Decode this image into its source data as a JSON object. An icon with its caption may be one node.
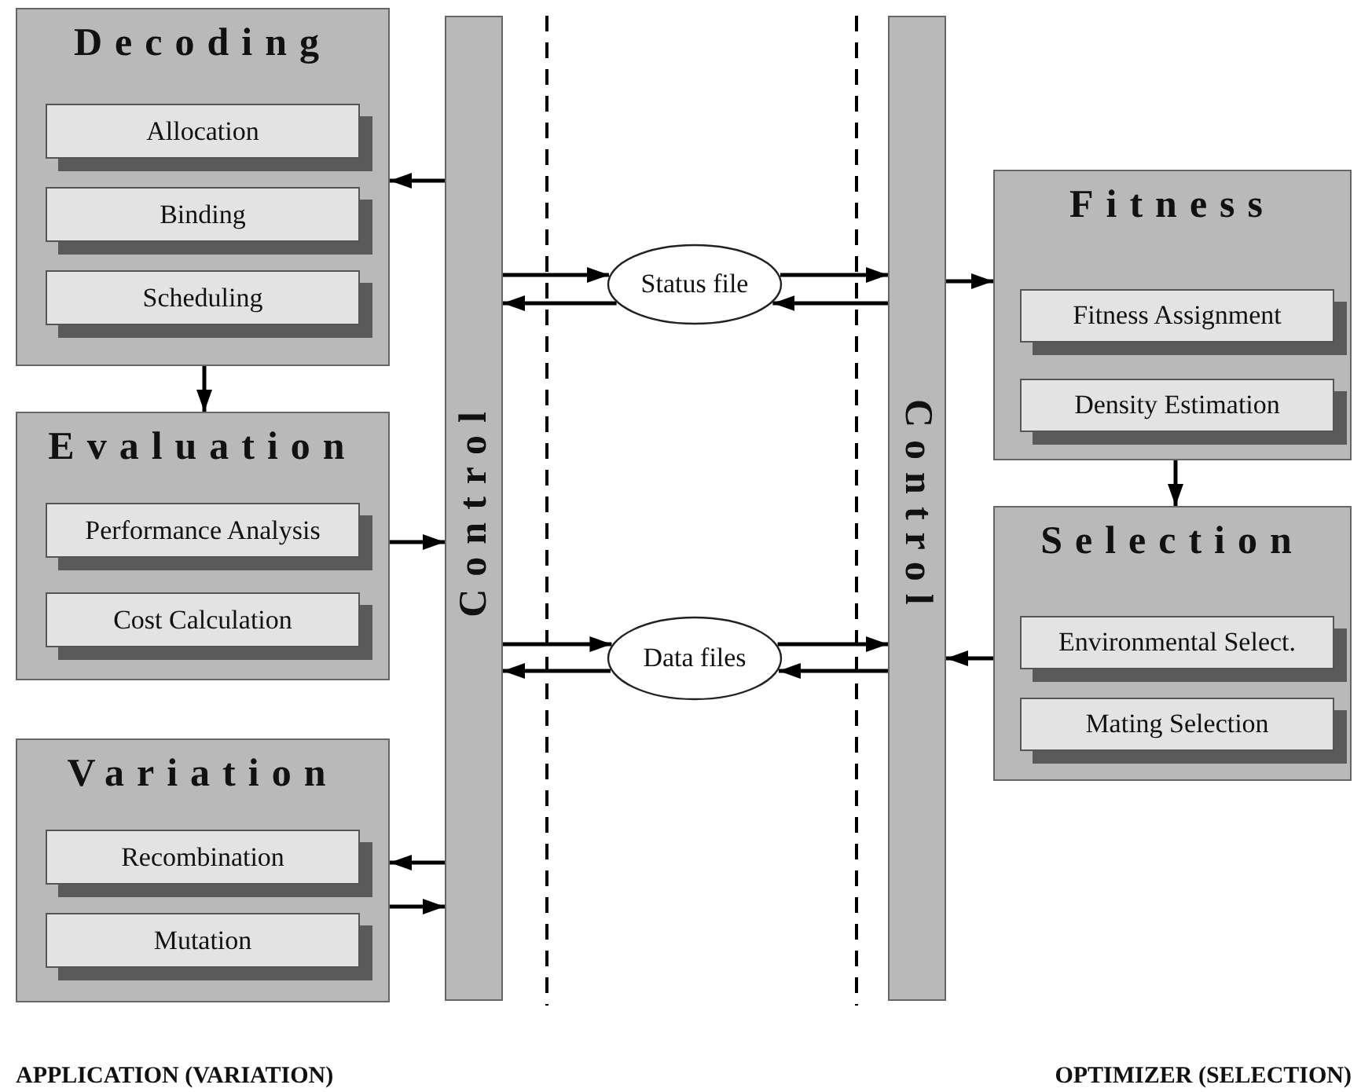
{
  "diagram": {
    "nodes": [
      {
        "text": [
          "Decoding"
        ]
      },
      {
        "text": [
          "Allocation"
        ],
        "in": 0
      },
      {
        "text": [
          "Binding"
        ],
        "in": 0
      },
      {
        "text": [
          "Scheduling"
        ],
        "in": 0
      },
      {
        "text": [
          "Evaluation"
        ]
      },
      {
        "text": [
          "Performance Analysis"
        ],
        "in": 4
      },
      {
        "text": [
          "Cost Calculation"
        ],
        "in": 4
      },
      {
        "text": [
          "Variation"
        ]
      },
      {
        "text": [
          "Recombination"
        ],
        "in": 7
      },
      {
        "text": [
          "Mutation"
        ],
        "in": 7
      },
      {
        "text": [
          "Control"
        ]
      },
      {
        "text": [
          "Status file"
        ]
      },
      {
        "text": [
          "Data files"
        ]
      },
      {
        "text": [
          "Control"
        ]
      },
      {
        "text": [
          "Fitness"
        ]
      },
      {
        "text": [
          "Fitness Assignment"
        ],
        "in": 14
      },
      {
        "text": [
          "Density Estimation"
        ],
        "in": 14
      },
      {
        "text": [
          "Selection"
        ]
      },
      {
        "text": [
          "Environmental Select."
        ],
        "in": 17
      },
      {
        "text": [
          "Mating Selection"
        ],
        "in": 17
      }
    ],
    "edges": [
      {
        "from": 10,
        "to": 0,
        "arrow": "to"
      },
      {
        "from": 0,
        "to": 4,
        "arrow": "to"
      },
      {
        "from": 4,
        "to": 10,
        "arrow": "to"
      },
      {
        "from": 10,
        "to": 7,
        "arrow": "to"
      },
      {
        "from": 7,
        "to": 10,
        "arrow": "to"
      },
      {
        "from": 10,
        "to": 11,
        "arrow": "to"
      },
      {
        "from": 11,
        "to": 10,
        "arrow": "to"
      },
      {
        "from": 11,
        "to": 13,
        "arrow": "to"
      },
      {
        "from": 13,
        "to": 11,
        "arrow": "to"
      },
      {
        "from": 10,
        "to": 12,
        "arrow": "to"
      },
      {
        "from": 12,
        "to": 10,
        "arrow": "to"
      },
      {
        "from": 12,
        "to": 13,
        "arrow": "to"
      },
      {
        "from": 13,
        "to": 12,
        "arrow": "to"
      },
      {
        "from": 13,
        "to": 14,
        "arrow": "to"
      },
      {
        "from": 14,
        "to": 17,
        "arrow": "to"
      },
      {
        "from": 17,
        "to": 13,
        "arrow": "to"
      }
    ],
    "labels": [
      "APPLICATION (VARIATION)",
      "OPTIMIZER (SELECTION)"
    ]
  }
}
